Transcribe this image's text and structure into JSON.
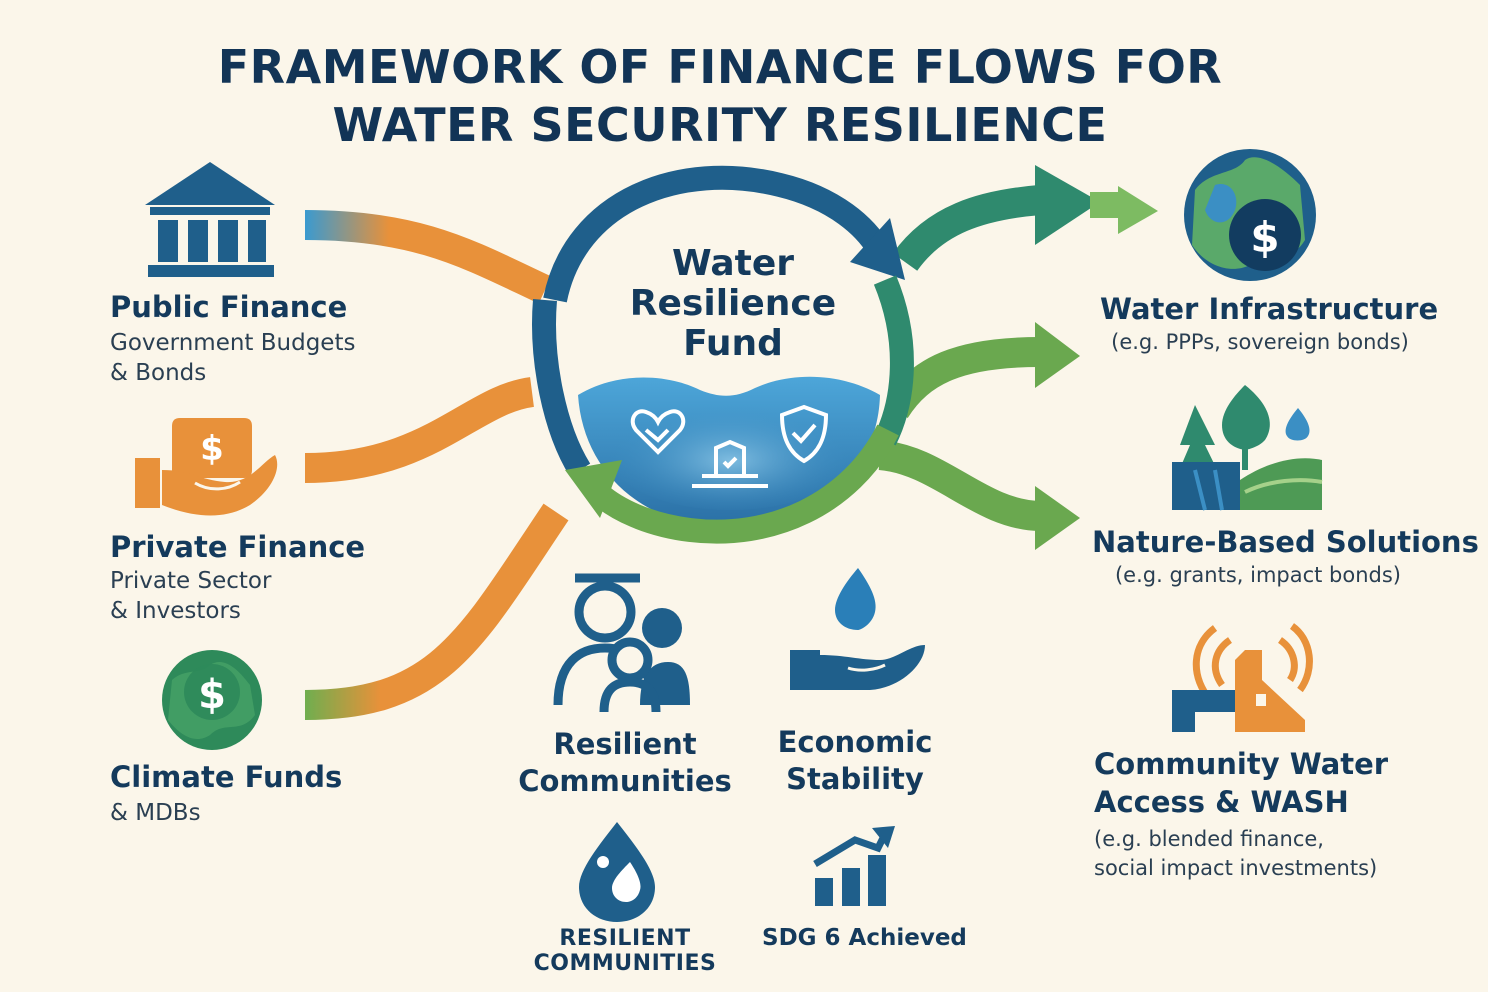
{
  "title": {
    "line1": "FRAMEWORK OF FINANCE FLOWS FOR",
    "line2": "WATER SECURITY RESILIENCE"
  },
  "fund": {
    "line1": "Water",
    "line2": "Resilience",
    "line3": "Fund"
  },
  "sources": [
    {
      "title": "Public Finance",
      "sub1": "Government Budgets",
      "sub2": "& Bonds",
      "icon": "bank-icon"
    },
    {
      "title": "Private Finance",
      "sub1": "Private Sector",
      "sub2": "& Investors",
      "icon": "hand-coin-icon"
    },
    {
      "title": "Climate Funds",
      "sub1": "& MDBs",
      "icon": "globe-dollar-icon"
    }
  ],
  "destinations": [
    {
      "title": "Water Infrastructure",
      "sub1": "(e.g. PPPs, sovereign bonds)",
      "icon": "globe-dollar-icon"
    },
    {
      "title": "Nature-Based Solutions",
      "sub1": "(e.g. grants, impact bonds)",
      "icon": "trees-landscape-icon"
    },
    {
      "title1": "Community Water",
      "title2": "Access & WASH",
      "sub1": "(e.g. blended finance,",
      "sub2": "social impact investments)",
      "icon": "tap-signal-icon"
    }
  ],
  "outcomes": {
    "communities": {
      "line1": "Resilient",
      "line2": "Communities",
      "icon": "family-icon"
    },
    "economic": {
      "line1": "Economic",
      "line2": "Stability",
      "icon": "hand-drop-icon"
    },
    "resilient_caps": {
      "line1": "RESILIENT",
      "line2": "COMMUNITIES",
      "icon": "water-drop-icon"
    },
    "sdg": {
      "label": "SDG 6 Achieved",
      "icon": "bar-chart-growth-icon"
    }
  },
  "colors": {
    "navy": "#143a5c",
    "blue": "#1f5f8b",
    "orange": "#e8913a",
    "green": "#4e9a55",
    "teal": "#2f8a6e",
    "light_green": "#7dbb62",
    "water": "#3b8fc4"
  }
}
